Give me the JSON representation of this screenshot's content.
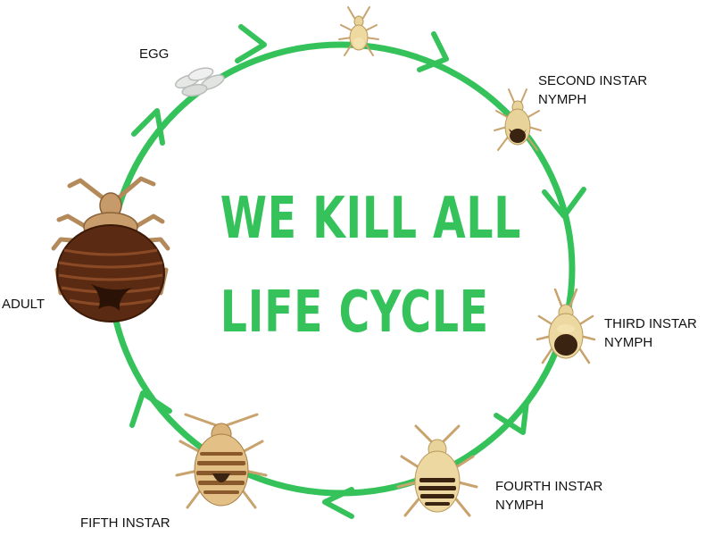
{
  "headline": {
    "line1": "WE KILL ALL",
    "line2": "LIFE CYCLE"
  },
  "stages": {
    "egg": "EGG",
    "first_nymph": "",
    "second_instar_line1": "SECOND INSTAR",
    "second_instar_line2": "NYMPH",
    "third_instar_line1": "THIRD INSTAR",
    "third_instar_line2": "NYMPH",
    "fourth_instar_line1": "FOURTH INSTAR",
    "fourth_instar_line2": "NYMPH",
    "fifth_instar": "FIFTH INSTAR",
    "adult": "ADULT"
  },
  "colors": {
    "cycle": "#35c25a",
    "text": "#111111",
    "nymph_body": "#e8d39a",
    "nymph_gut": "#3a2310",
    "adult_body": "#5a2a12",
    "adult_stripe": "#8a4a26",
    "leg": "#c9a36e"
  }
}
